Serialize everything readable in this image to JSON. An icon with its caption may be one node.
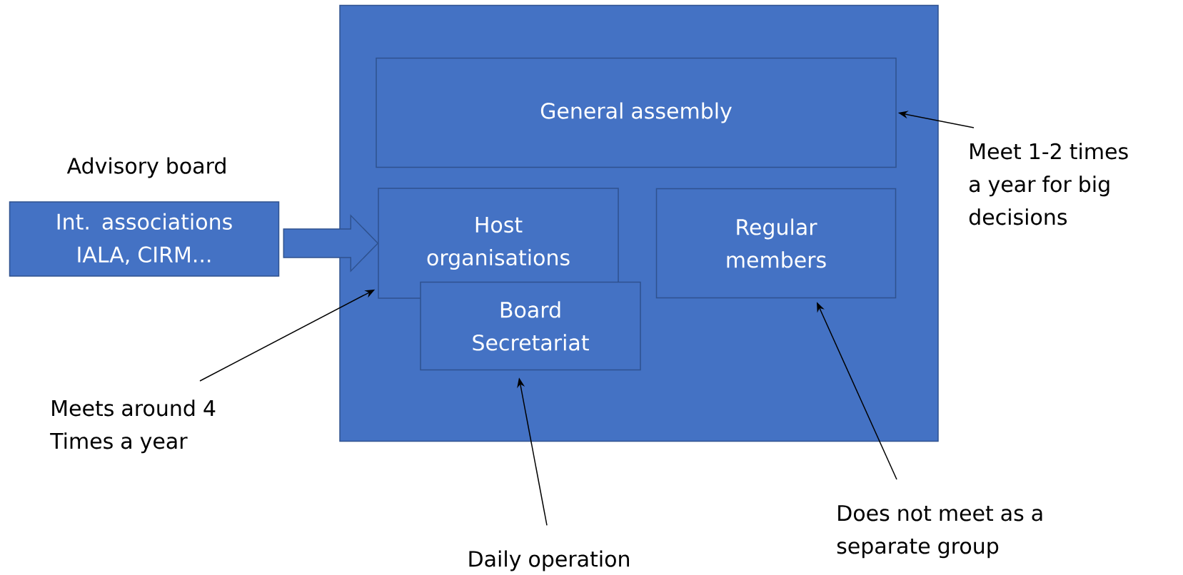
{
  "diagram": {
    "nodes": [
      {
        "text": [],
        "shape": "box"
      },
      {
        "text": [
          "General assembly"
        ],
        "in": 0
      },
      {
        "text": [
          "Host organisations"
        ],
        "in": 0
      },
      {
        "text": [
          "Board Secretariat"
        ],
        "in": 0
      },
      {
        "text": [
          "Regular members"
        ],
        "in": 0
      },
      {
        "text": [
          "Advisory board",
          "Int. associations IALA, CIRM..."
        ]
      },
      {
        "text": [
          "Meet 1-2 times a year for big decisions"
        ]
      },
      {
        "text": [
          "Meets around 4 Times a year"
        ]
      },
      {
        "text": [
          "Daily operation"
        ]
      },
      {
        "text": [
          "Does not meet as a separate group"
        ]
      }
    ],
    "edges": [
      {
        "from": 5,
        "to": 2,
        "arrow": "to",
        "style": "thick"
      },
      {
        "from": 6,
        "to": 1,
        "arrow": "to"
      },
      {
        "from": 7,
        "to": 2,
        "arrow": "to"
      },
      {
        "from": 8,
        "to": 3,
        "arrow": "to"
      },
      {
        "from": 9,
        "to": 4,
        "arrow": "to"
      }
    ]
  }
}
